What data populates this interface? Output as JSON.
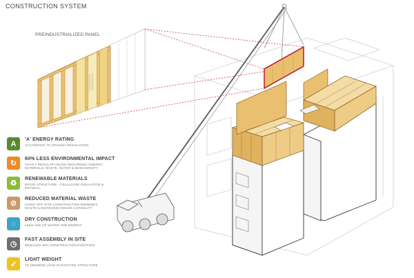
{
  "title": "CONSTRUCTION SYSTEM",
  "panel_label": "PREINDUSTRIALIZED PANEL",
  "colors": {
    "wood": "#e9c06f",
    "wood_dark": "#c99a45",
    "highlight_red": "#c0262e",
    "line": "#333333",
    "ghost": "#c8c8c8"
  },
  "legend": [
    {
      "icon": "a-rating-icon",
      "glyph": "A",
      "color": "#5a8a2e",
      "heading": "'A' ENERGY RATING",
      "desc": "ACCORDING TO SPANISH REGULATION"
    },
    {
      "icon": "leaf-cycle-icon",
      "glyph": "↻",
      "color": "#f08a24",
      "heading": "60% LESS ENVIRONMENTAL IMPACT",
      "desc": "THAN A REGULAR HOUSE REGARDING ENERGY, MATERIALS, WASTE, WATER & BIODIVERSITY"
    },
    {
      "icon": "recycle-icon",
      "glyph": "♻",
      "color": "#8dbb3a",
      "heading": "RENEWABLE MATERIALS",
      "desc": "WOOD STRUCTURE - CELLULOSE INSULATION & DRYWALL"
    },
    {
      "icon": "no-waste-icon",
      "glyph": "⊘",
      "color": "#c89a6a",
      "heading": "REDUCED MATERIAL WASTE",
      "desc": "USING OFF-SITE CONSTRUCTION MINIMIZES WASTE & INCREASES REUSE CAPABILITY"
    },
    {
      "icon": "water-drop-icon",
      "glyph": "◌",
      "color": "#3aa6c9",
      "heading": "DRY CONSTRUCTION",
      "desc": "LESS USE OF WATER AND ENERGY"
    },
    {
      "icon": "clock-icon",
      "glyph": "◷",
      "color": "#6f6f6f",
      "heading": "FAST ASSEMBLY IN SITE",
      "desc": "REDUCES 60% CONSTRUCTION DURATION"
    },
    {
      "icon": "feather-icon",
      "glyph": "➶",
      "color": "#f0c21e",
      "heading": "LIGHT WEIGHT",
      "desc": "TO MINIMIZE LOAD IN EXISTING STRUCTURE"
    }
  ]
}
